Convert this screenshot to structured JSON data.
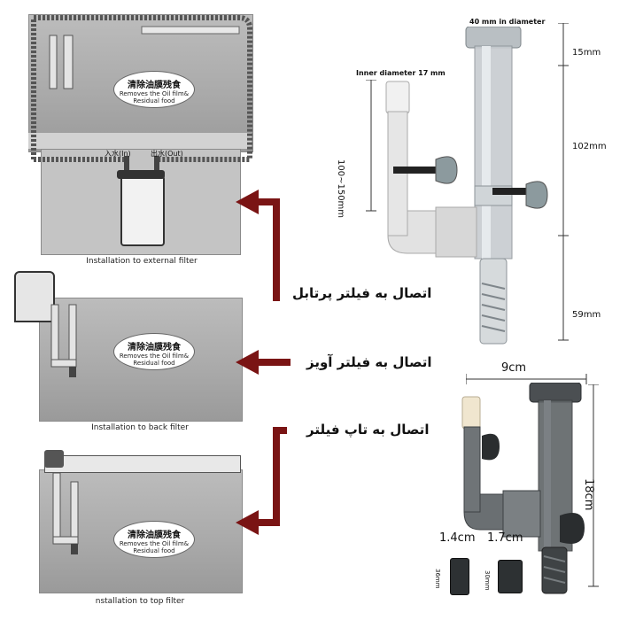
{
  "panels": {
    "external": {
      "title_cn": "清除油膜残食",
      "title_en_1": "Removes the Oil film&",
      "title_en_2": "Residual food",
      "in_label": "入水(In)",
      "out_label": "出水(Out)",
      "caption": "Installation to external filter"
    },
    "back": {
      "title_cn": "清除油膜残食",
      "title_en_1": "Removes the Oil film&",
      "title_en_2": "Residual food",
      "caption": "Installation to back filter"
    },
    "top": {
      "title_cn": "清除油膜残食",
      "title_en_1": "Removes the Oil film&",
      "title_en_2": "Residual food",
      "caption": "nstallation to top filter"
    }
  },
  "farsi_labels": {
    "external": "اتصال به فیلتر پرتابل",
    "back": "اتصال به فیلتر آویز",
    "top": "اتصال به تاپ فیلتر"
  },
  "product_top": {
    "diameter_outer": "40 mm in diameter",
    "diameter_inner": "Inner diameter 17 mm",
    "height_range": "100~150mm",
    "seg_top": "15mm",
    "seg_mid": "102mm",
    "seg_bottom": "59mm"
  },
  "product_bottom": {
    "width": "9cm",
    "height": "18cm",
    "size_small": "1.4cm",
    "size_large": "1.7cm",
    "adapter_small_h": "36mm",
    "adapter_large_h": "30mm"
  },
  "colors": {
    "arrow": "#7a1414",
    "panel": "#a9a9a9"
  }
}
